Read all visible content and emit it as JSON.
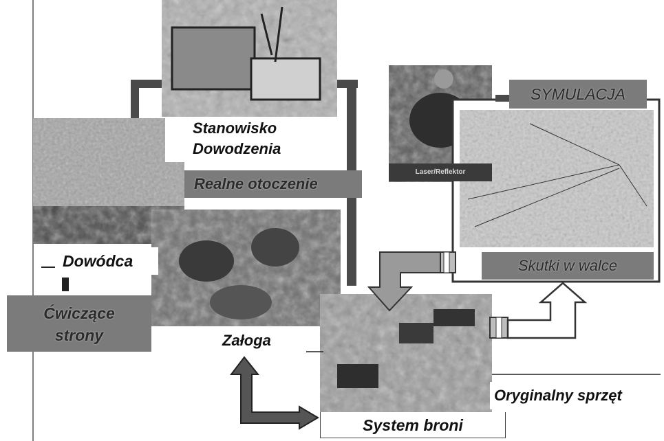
{
  "diagram": {
    "labels": {
      "command_post_line1": "Stanowisko",
      "command_post_line2": "Dowodzenia",
      "real_environment": "Realne otoczenie",
      "commander": "Dowódca",
      "training_sides_line1": "Ćwiczące",
      "training_sides_line2": "strony",
      "crew": "Załoga",
      "weapon_system": "System broni",
      "original_equipment": "Oryginalny sprzęt",
      "simulation": "SYMULACJA",
      "laser_reflector": "Laser/Reflektor",
      "combat_effects": "Skutki w walce"
    },
    "colors": {
      "frame": "#4a4a4a",
      "label_grey": "#7b7b7b",
      "arrow_grey": "#9a9a9a",
      "arrow_dark": "#555555"
    }
  }
}
